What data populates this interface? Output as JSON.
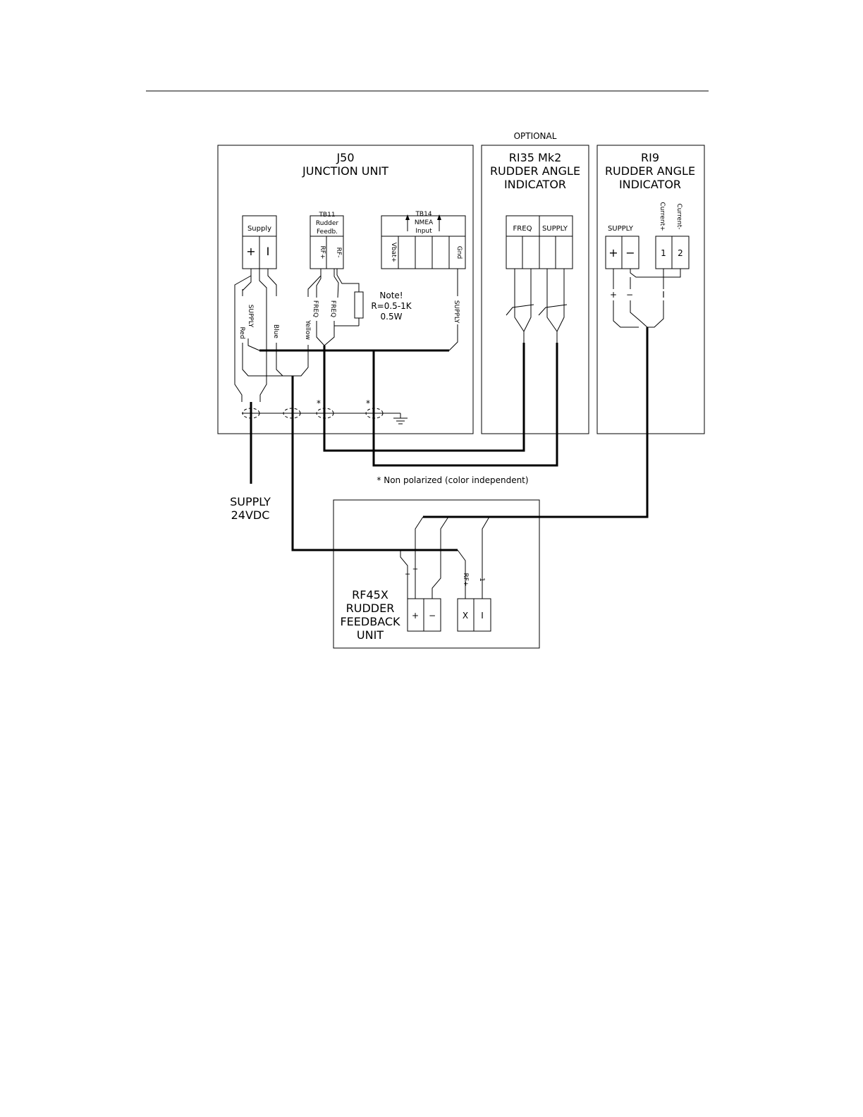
{
  "optional_label": "OPTIONAL",
  "j50": {
    "title": "J50",
    "subtitle": "JUNCTION UNIT",
    "supply_block": {
      "label": "Supply",
      "plus": "+",
      "minus": "I"
    },
    "tb11": {
      "line1": "TB11",
      "line2": "Rudder",
      "line3": "Feedb.",
      "t1": "RF+",
      "t2": "RF-"
    },
    "tb14": {
      "line1": "TB14",
      "line2": "NMEA",
      "line3": "Input",
      "t1": "Vbat+",
      "t5": "Gnd"
    },
    "note": {
      "line1": "Note!",
      "line2": "R=0.5-1K",
      "line3": "0.5W"
    },
    "wire_labels": {
      "supply_left": "SUPPLY",
      "red": "Red",
      "blue": "Blue",
      "yellow": "Yellow",
      "freq1": "FREQ",
      "freq2": "FREQ",
      "supply_right": "SUPPLY"
    },
    "star1": "*",
    "star2": "*"
  },
  "ri35": {
    "title": "RI35 Mk2",
    "line2": "RUDDER ANGLE",
    "line3": "INDICATOR",
    "freq": "FREQ",
    "supply": "SUPPLY"
  },
  "ri9": {
    "title": "RI9",
    "line2": "RUDDER ANGLE",
    "line3": "INDICATOR",
    "supply": "SUPPLY",
    "current_plus": "Current+",
    "current_minus": "Current-",
    "plus": "+",
    "minus": "−",
    "one": "1",
    "two": "2",
    "wire_plus": "+",
    "wire_minus": "−",
    "wire_i": "I"
  },
  "footnote": "* Non polarized (color independent)",
  "supply_ext": {
    "line1": "SUPPLY",
    "line2": "24VDC"
  },
  "rf45x": {
    "line1": "RF45X",
    "line2": "RUDDER",
    "line3": "FEEDBACK",
    "line4": "UNIT",
    "plus": "+",
    "minus": "−",
    "x": "X",
    "i": "I",
    "wire_plus1": "+",
    "wire_plus2": "+",
    "wire_minus": "I",
    "wire_rf": "RF+",
    "wire_one": "1"
  }
}
